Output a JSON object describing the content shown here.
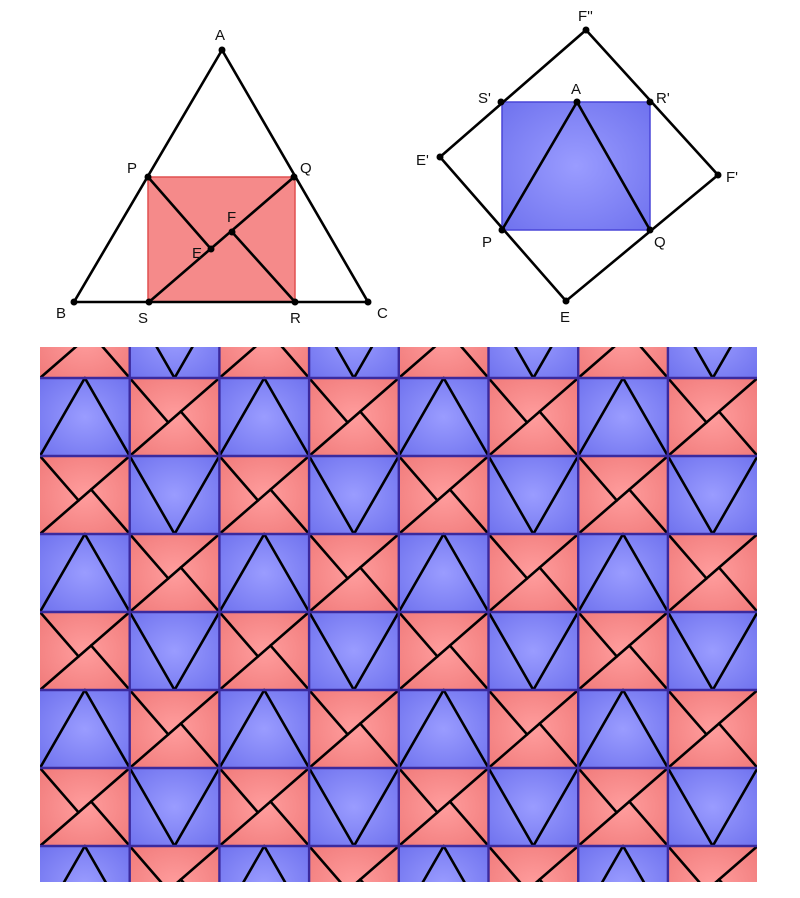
{
  "figure_left": {
    "labels": {
      "A": "A",
      "B": "B",
      "C": "C",
      "P": "P",
      "Q": "Q",
      "S": "S",
      "R": "R",
      "E": "E",
      "F": "F"
    }
  },
  "figure_right": {
    "labels": {
      "F2": "F''",
      "S1": "S'",
      "A": "A",
      "R1": "R'",
      "E1": "E'",
      "F1": "F'",
      "P": "P",
      "Q": "Q",
      "E": "E"
    }
  },
  "colors": {
    "red": "#f58f8f",
    "blue": "#8688f4",
    "grid": "#3b2a9e"
  }
}
